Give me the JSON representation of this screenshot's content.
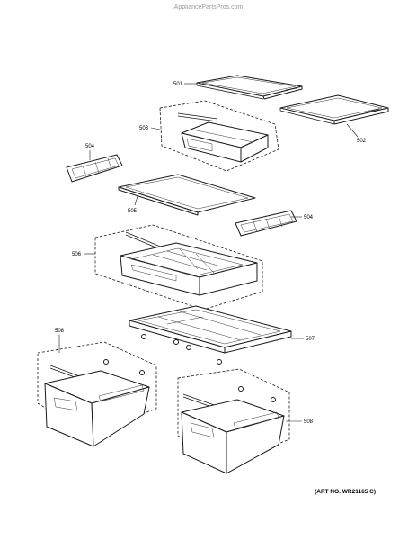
{
  "watermark": "AppliancePartsPros.com",
  "art_number": "(ART NO. WR21165 C)",
  "callouts": {
    "c501": "501",
    "c502": "502",
    "c503": "503",
    "c504a": "504",
    "c505": "505",
    "c504b": "504",
    "c506": "506",
    "c507": "507",
    "c508a": "508",
    "c508b": "508"
  }
}
